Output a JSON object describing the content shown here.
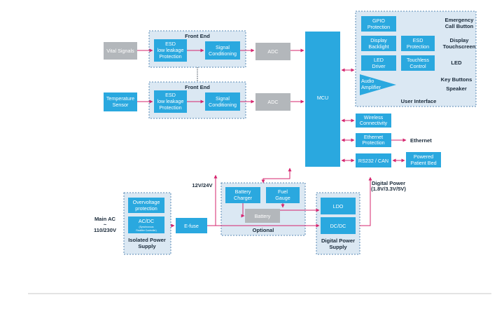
{
  "blocks": {
    "vital_signs": "Vital Signals",
    "temperature_sensor": [
      "Temperature",
      "Sensor"
    ],
    "front_end_1": {
      "title": "Front End",
      "esd": [
        "ESD",
        "low leakage",
        "Protection"
      ],
      "signal": [
        "Signal",
        "Conditioning"
      ]
    },
    "front_end_2": {
      "title": "Front End",
      "esd": [
        "ESD",
        "low leakage",
        "Protection"
      ],
      "signal": [
        "Signal",
        "Conditioning"
      ]
    },
    "adc_1": "ADC",
    "adc_2": "ADC",
    "mcu": "MCU",
    "user_interface": {
      "title": "User Interface",
      "gpio": [
        "GPIO",
        "Protection"
      ],
      "display_backlight": [
        "Display",
        "Backlight"
      ],
      "esd_protection": [
        "ESD",
        "Protection"
      ],
      "led_driver": [
        "LED",
        "Driver"
      ],
      "touchless_control": [
        "Touchless",
        "Control"
      ],
      "audio_amplifier": [
        "Audio",
        "Amplifier"
      ],
      "labels": {
        "emergency": [
          "Emergency",
          "Call Button"
        ],
        "display": [
          "Display",
          "Touchscreen"
        ],
        "led": "LED",
        "key_buttons": "Key Buttons",
        "speaker": "Speaker"
      }
    },
    "wireless": [
      "Wireless",
      "Connectivity"
    ],
    "ethernet_protection": [
      "Ethernet",
      "Protection"
    ],
    "ethernet_label": "Ethernet",
    "rs232_can": "RS232 / CAN",
    "patient_bed": [
      "Powered",
      "Patient Bed"
    ],
    "isolated_power": {
      "title": [
        "Isolated Power",
        "Supply"
      ],
      "overvoltage": [
        "Overvoltage",
        "protection"
      ],
      "acdc": "AC/DC",
      "acdc_sub": [
        "(Synchronous",
        "Rectifier Controller)"
      ]
    },
    "main_ac": [
      "Main AC",
      "~",
      "110/230V"
    ],
    "efuse": "E-fuse",
    "voltage_12_24": "12V/24V",
    "optional": {
      "title": "Optional",
      "battery_charger": [
        "Battery",
        "Charger"
      ],
      "fuel_gauge": [
        "Fuel",
        "Gauge"
      ],
      "battery": "Battery"
    },
    "digital_power": {
      "title": [
        "Digital Power",
        "Supply"
      ],
      "ldo": "LDO",
      "dcdc": "DC/DC",
      "output_label": [
        "Digital Power",
        "(1.8V/3.3V/5V)"
      ]
    }
  },
  "colors": {
    "block": "#2aa8df",
    "panel": "#dbe8f3",
    "arrow": "#d6246e",
    "grey_block": "#b3b7bb"
  }
}
